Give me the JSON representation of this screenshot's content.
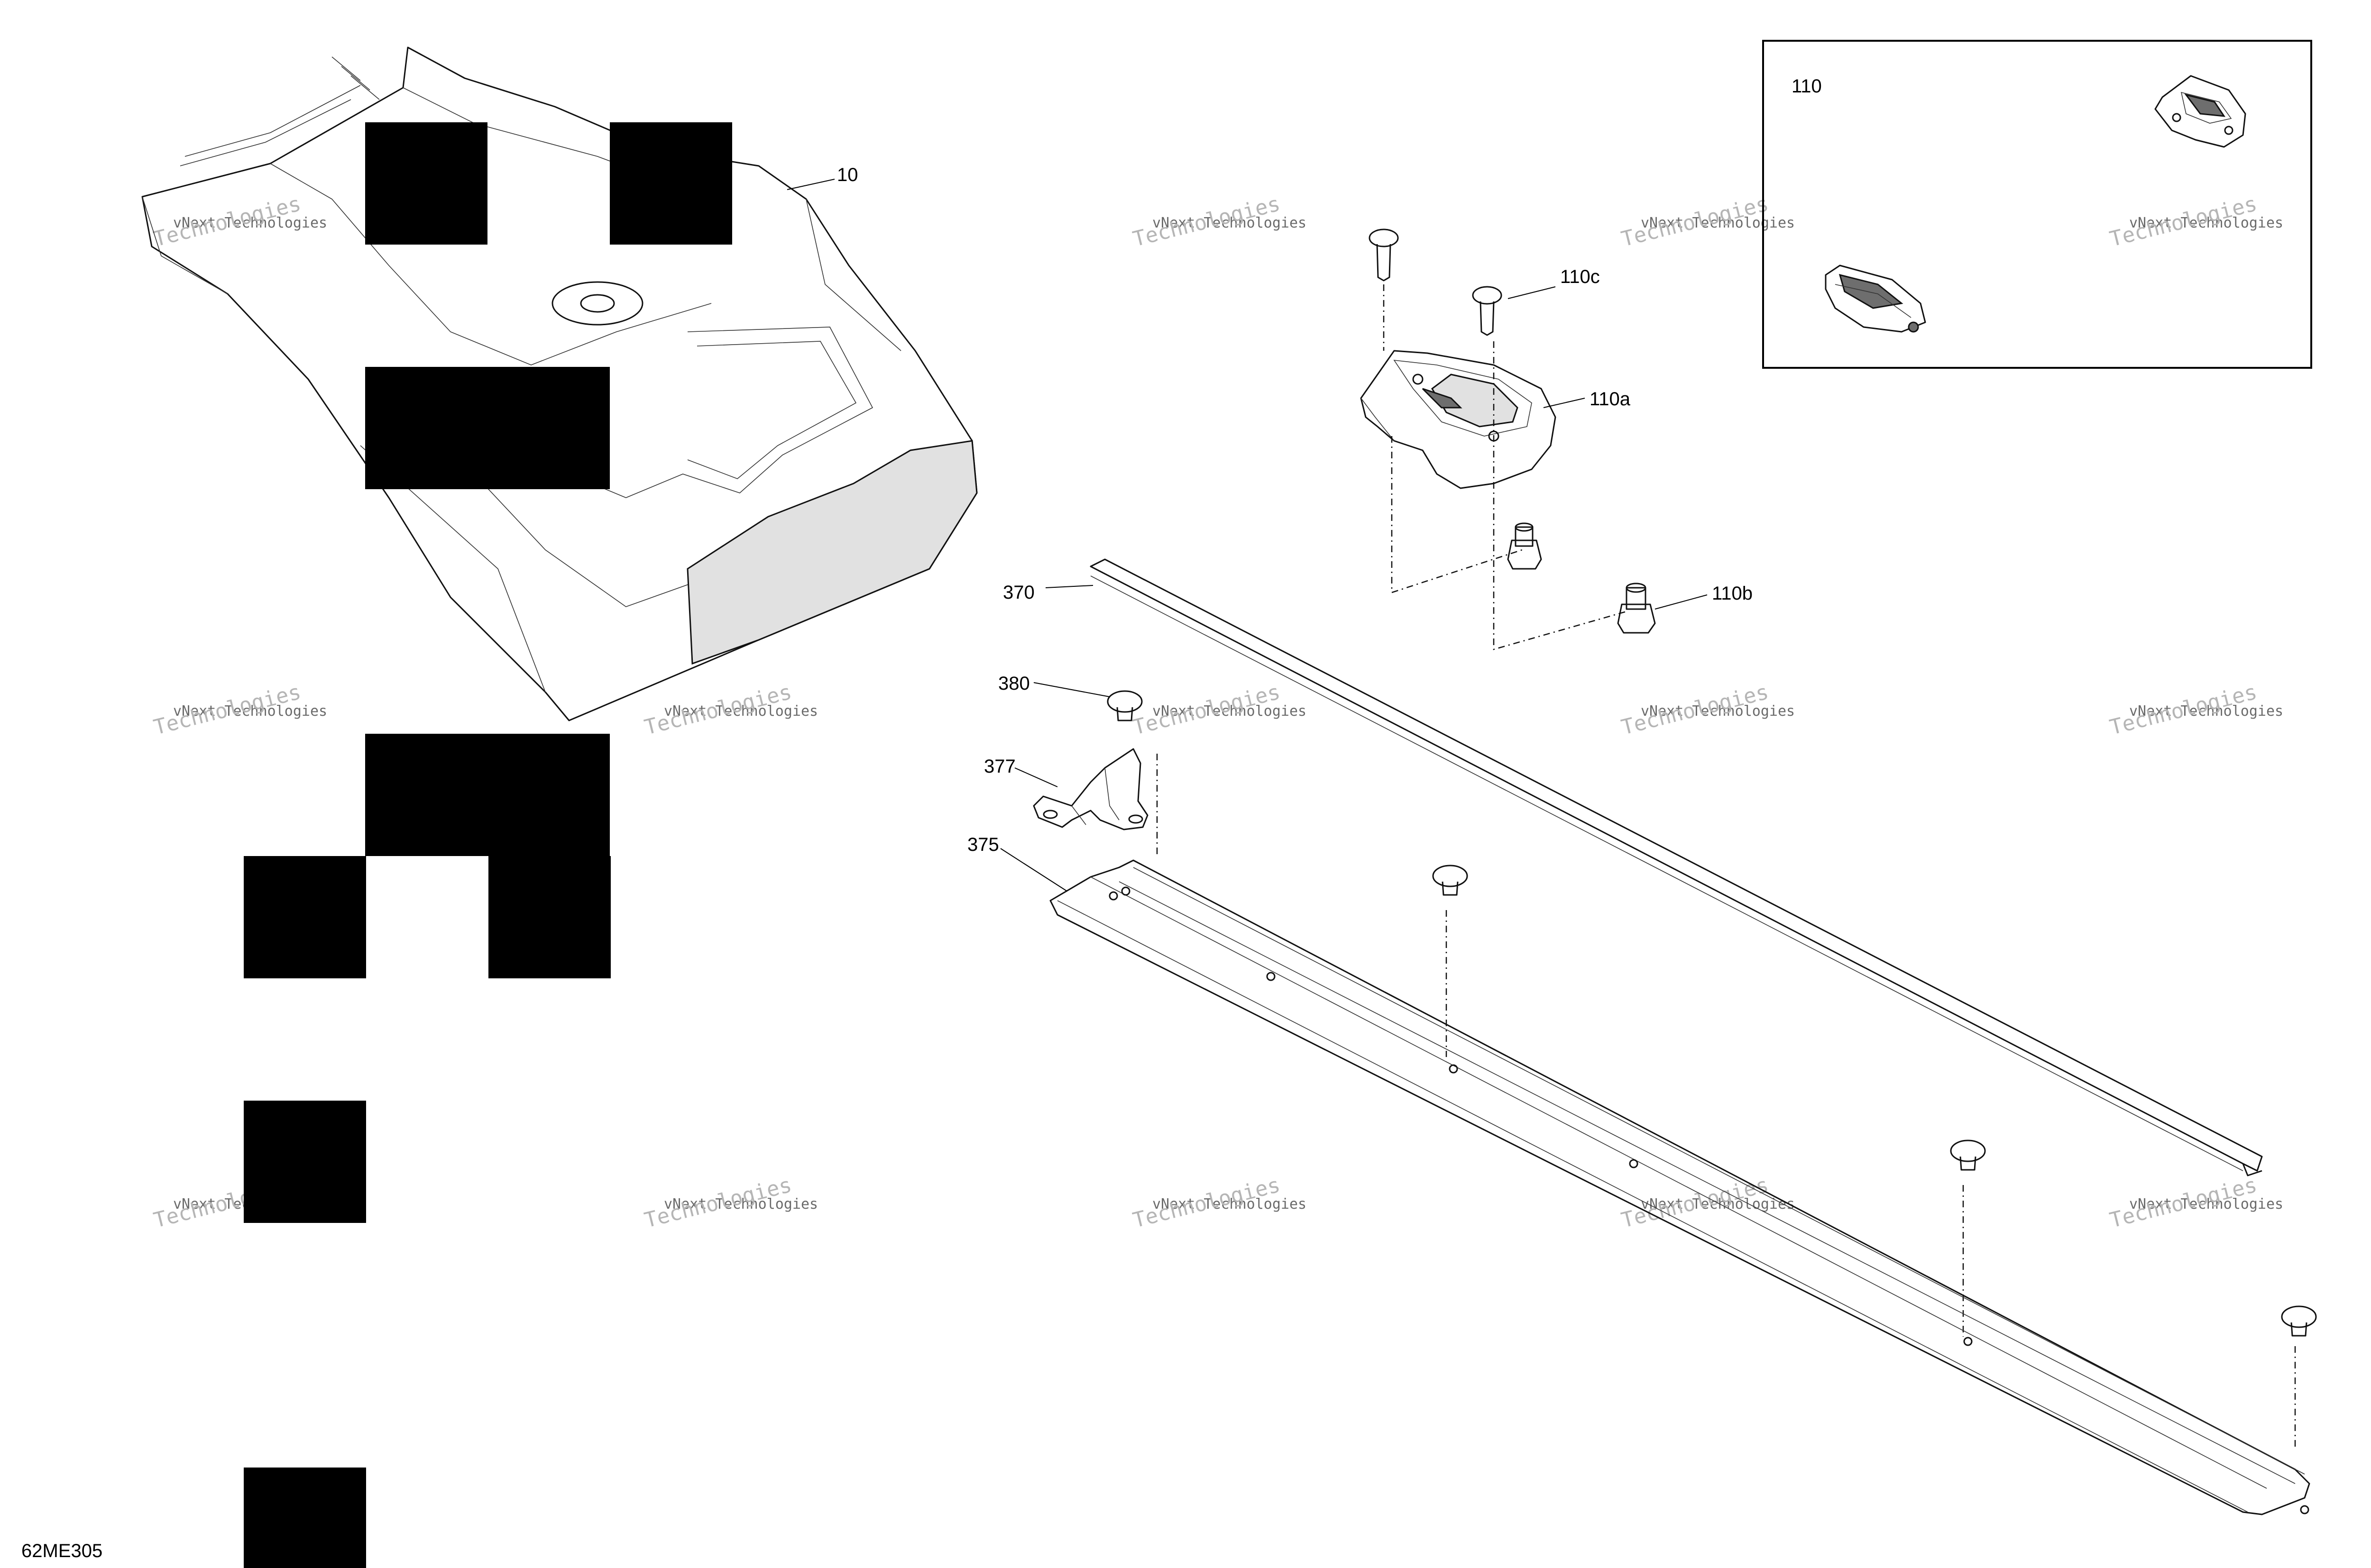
{
  "diagram_id": "62ME305",
  "watermark": {
    "line1": "vNext Technologies",
    "line2": "vNext",
    "line3": "Technologies"
  },
  "callouts": {
    "c10": "10",
    "c110": "110",
    "c110a": "110a",
    "c110b": "110b",
    "c110c": "110c",
    "c370": "370",
    "c375": "375",
    "c377": "377",
    "c380": "380"
  }
}
